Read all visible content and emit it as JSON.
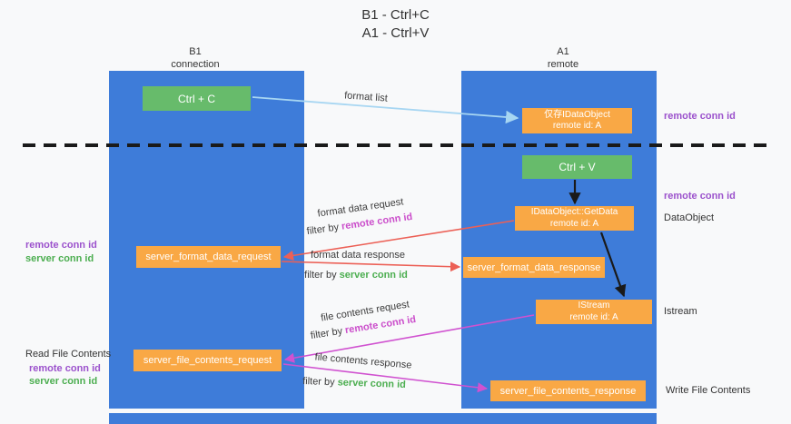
{
  "title": {
    "line1": "B1 - Ctrl+C",
    "line2": "A1 - Ctrl+V"
  },
  "lanes": {
    "left": {
      "name": "B1",
      "subtitle": "connection"
    },
    "right": {
      "name": "A1",
      "subtitle": "remote"
    }
  },
  "boxes": {
    "ctrl_c": {
      "label": "Ctrl + C"
    },
    "clipboard_object": {
      "line1": "仅存IDataObject",
      "line2": "remote id: A"
    },
    "ctrl_v": {
      "label": "Ctrl + V"
    },
    "get_data": {
      "line1": "IDataObject::GetData",
      "line2": "remote id: A"
    },
    "format_request": {
      "label": "server_format_data_request"
    },
    "format_response": {
      "label": "server_format_data_response"
    },
    "istream": {
      "line1": "IStream",
      "line2": "remote id: A"
    },
    "file_request": {
      "label": "server_file_contents_request"
    },
    "file_response": {
      "label": "server_file_contents_response"
    }
  },
  "side_labels": {
    "right_remote_conn_1": "remote conn id",
    "right_remote_conn_2": "remote conn id",
    "dataobject": "DataObject",
    "istream": "Istream",
    "write_file": "Write File Contents",
    "left_remote_conn_1": "remote conn id",
    "left_server_conn_1": "server conn id",
    "read_file": "Read File Contents",
    "left_remote_conn_2": "remote conn id",
    "left_server_conn_2": "server conn id"
  },
  "arrow_labels": {
    "format_list": "format list",
    "format_data_request": "format data request",
    "format_data_response": "format data response",
    "file_contents_request": "file contents request",
    "file_contents_response": "file contents response",
    "filter_remote_1": {
      "prefix": "filter by ",
      "value": "remote conn id"
    },
    "filter_server_1": {
      "prefix": "filter by ",
      "value": "server conn id"
    },
    "filter_remote_2": {
      "prefix": "filter by ",
      "value": "remote conn id"
    },
    "filter_server_2": {
      "prefix": "filter by ",
      "value": "server conn id"
    }
  },
  "colors": {
    "lane_blue": "#3e7cd9",
    "box_green": "#67bb6b",
    "box_orange": "#f9a845",
    "arrow_lightblue": "#a7d6f2",
    "arrow_red": "#ec6056",
    "arrow_magenta": "#d052d0",
    "arrow_black": "#1a1a1a",
    "text_purple": "#9b51cc",
    "text_green": "#4cae50"
  }
}
